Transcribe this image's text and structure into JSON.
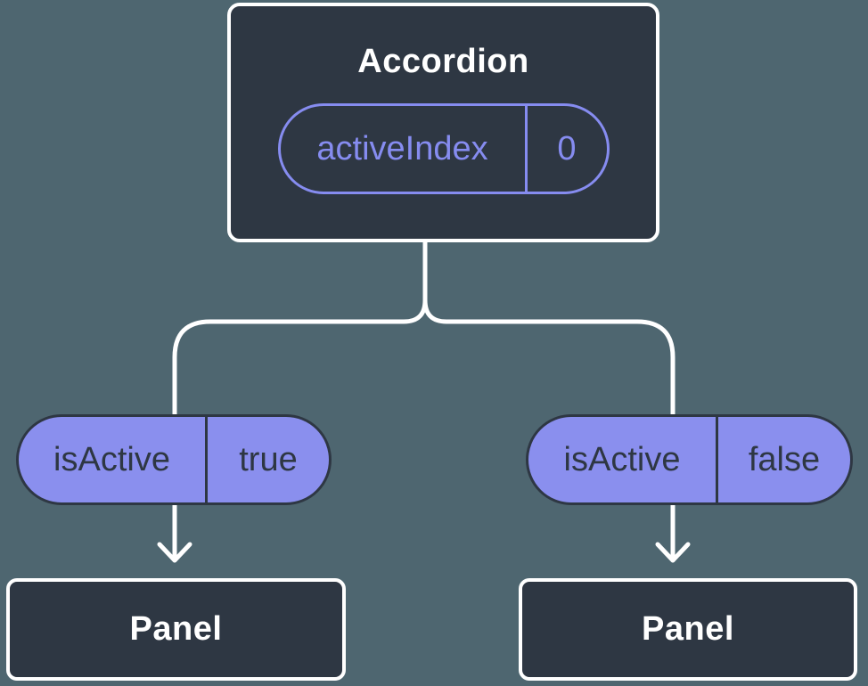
{
  "colors": {
    "background": "#4E6670",
    "node_fill": "#2E3743",
    "node_border": "#FFFFFF",
    "node_text": "#FFFFFF",
    "accent": "#868CF0",
    "pill_fill": "#8A8FEE",
    "pill_text": "#2E3743",
    "connector": "#FFFFFF"
  },
  "diagram": {
    "type": "component-tree",
    "root": {
      "title": "Accordion",
      "state": {
        "name": "activeIndex",
        "value": "0"
      }
    },
    "branches": [
      {
        "prop": {
          "name": "isActive",
          "value": "true"
        },
        "child": {
          "title": "Panel"
        }
      },
      {
        "prop": {
          "name": "isActive",
          "value": "false"
        },
        "child": {
          "title": "Panel"
        }
      }
    ]
  }
}
